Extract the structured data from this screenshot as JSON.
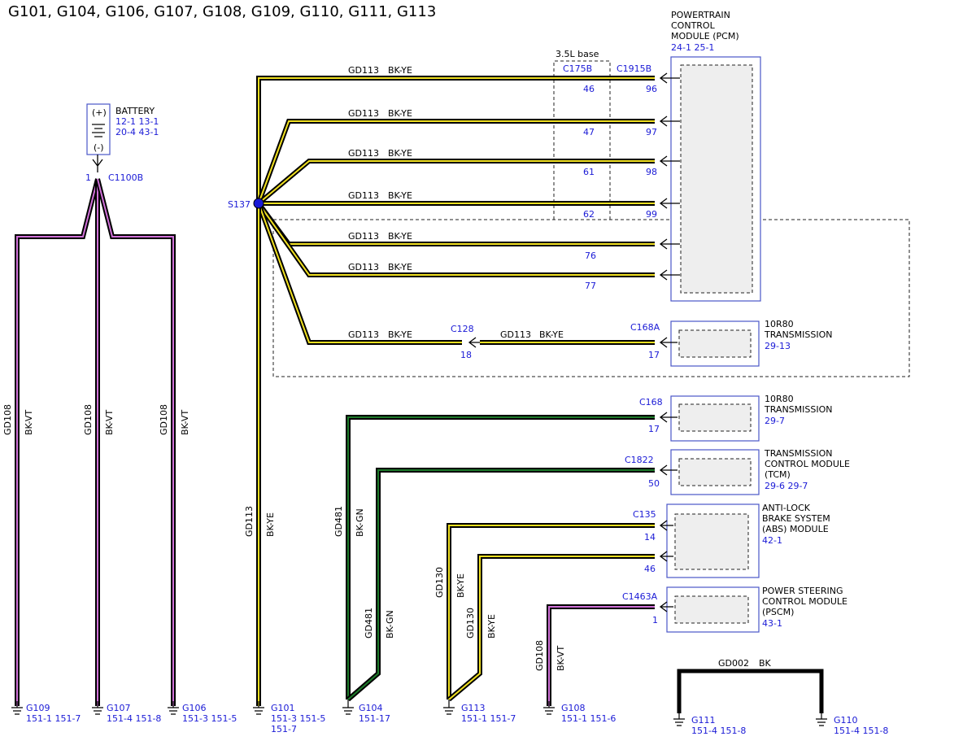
{
  "title": "G101, G104, G106, G107, G108, G109, G110, G111, G113",
  "modules": {
    "pcm": {
      "lines": [
        "POWERTRAIN",
        "CONTROL",
        "MODULE (PCM)"
      ],
      "refs": "24-1   25-1"
    },
    "battery": {
      "label": "BATTERY",
      "refs1": "12-1    13-1",
      "refs2": "20-4    43-1",
      "plus": "(+)",
      "minus": "(-)"
    },
    "trans_a": {
      "lines": [
        "10R80",
        "TRANSMISSION"
      ],
      "refs": "29-13"
    },
    "trans_b": {
      "lines": [
        "10R80",
        "TRANSMISSION"
      ],
      "refs": "29-7"
    },
    "tcm": {
      "lines": [
        "TRANSMISSION",
        "CONTROL MODULE",
        "(TCM)"
      ],
      "refs": "29-6    29-7"
    },
    "abs": {
      "lines": [
        "ANTI-LOCK",
        "BRAKE SYSTEM",
        "(ABS) MODULE"
      ],
      "refs": "42-1"
    },
    "pscm": {
      "lines": [
        "POWER STEERING",
        "CONTROL MODULE",
        "(PSCM)"
      ],
      "refs": "43-1"
    }
  },
  "connectors": {
    "c175b": "C175B",
    "c1915b": "C1915B",
    "c1100b": "C1100B",
    "c1100b_pin": "1",
    "c128": "C128",
    "c128_pin": "18",
    "c168a": "C168A",
    "c168": "C168",
    "c1822": "C1822",
    "c135": "C135",
    "c1463a": "C1463A",
    "s137": "S137",
    "base_note": "3.5L base"
  },
  "pins": {
    "c175b": [
      "46",
      "47",
      "61",
      "62"
    ],
    "c1915b": [
      "96",
      "97",
      "98",
      "99"
    ],
    "pcm_extra": [
      "76",
      "77"
    ],
    "c168a": "17",
    "c168": "17",
    "c1822": "50",
    "c135": [
      "14",
      "46"
    ],
    "c1463a": "1"
  },
  "wires": {
    "gd113": "GD113",
    "bkye": "BK-YE",
    "gd108": "GD108",
    "bkvt": "BK-VT",
    "gd481": "GD481",
    "bkgn": "BK-GN",
    "gd130": "GD130",
    "gd002": "GD002",
    "bk": "BK"
  },
  "grounds": [
    {
      "name": "G109",
      "refs": "151-1    151-7",
      "refs2": ""
    },
    {
      "name": "G107",
      "refs": "151-4    151-8",
      "refs2": ""
    },
    {
      "name": "G106",
      "refs": "151-3    151-5",
      "refs2": ""
    },
    {
      "name": "G101",
      "refs": "151-3    151-5",
      "refs2": "151-7"
    },
    {
      "name": "G104",
      "refs": "151-17",
      "refs2": ""
    },
    {
      "name": "G113",
      "refs": "151-1    151-7",
      "refs2": ""
    },
    {
      "name": "G108",
      "refs": "151-1    151-6",
      "refs2": ""
    },
    {
      "name": "G111",
      "refs": "151-4    151-8",
      "refs2": ""
    },
    {
      "name": "G110",
      "refs": "151-4    151-8",
      "refs2": ""
    }
  ],
  "colors": {
    "wire_core": "#000000",
    "tracer_yellow": "#f0e020",
    "tracer_violet": "#d070d8",
    "tracer_green": "#1d7a2a",
    "ref_blue": "#1a1ad6",
    "module_border": "#4a56c8"
  }
}
